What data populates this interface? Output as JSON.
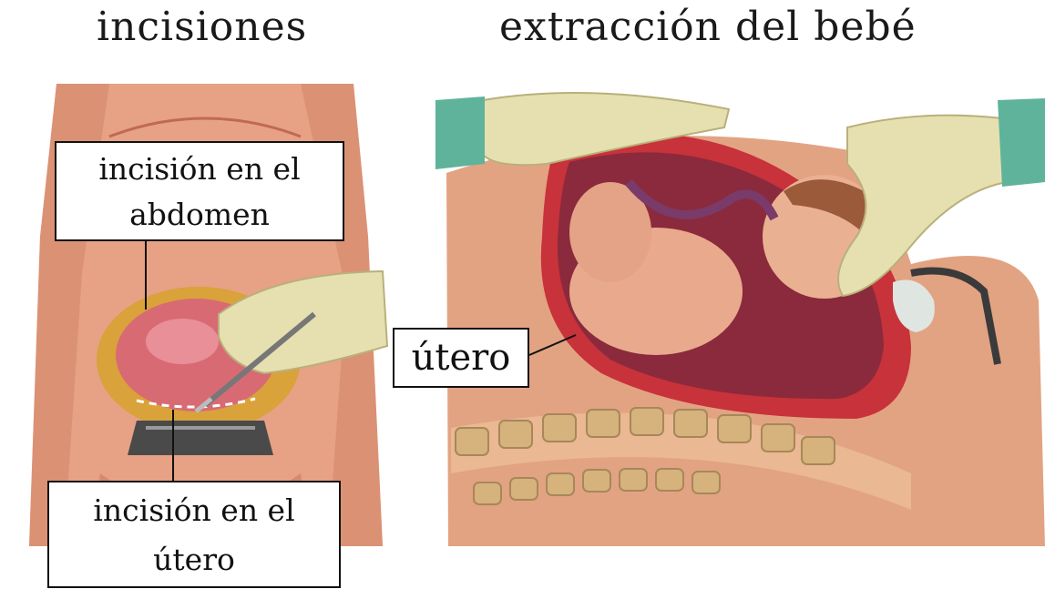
{
  "titles": {
    "left": "incisiones",
    "right": "extracción del bebé"
  },
  "labels": {
    "abdomen_line1": "incisión en el",
    "abdomen_line2": "abdomen",
    "uterus_line1": "incisión en el",
    "uterus_line2": "útero",
    "uterus_right": "útero"
  },
  "colors": {
    "skin": "#e9a386",
    "skin_dark": "#c9745a",
    "uterus_red": "#c8323a",
    "glove": "#e8e2b5",
    "cuff": "#5fb39a",
    "bone": "#d9b98a"
  }
}
